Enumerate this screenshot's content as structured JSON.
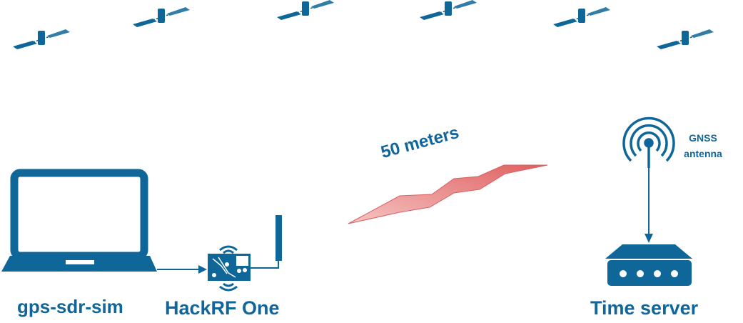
{
  "labels": {
    "laptop": "gps-sdr-sim",
    "hackrf": "HackRF One",
    "distance": "50 meters",
    "antenna": "GNSS\nantenna",
    "antenna_line1": "GNSS",
    "antenna_line2": "antenna",
    "server": "Time server"
  },
  "colors": {
    "primary": "#0e6699",
    "signal": "#e87070"
  },
  "satellites_count": 6
}
